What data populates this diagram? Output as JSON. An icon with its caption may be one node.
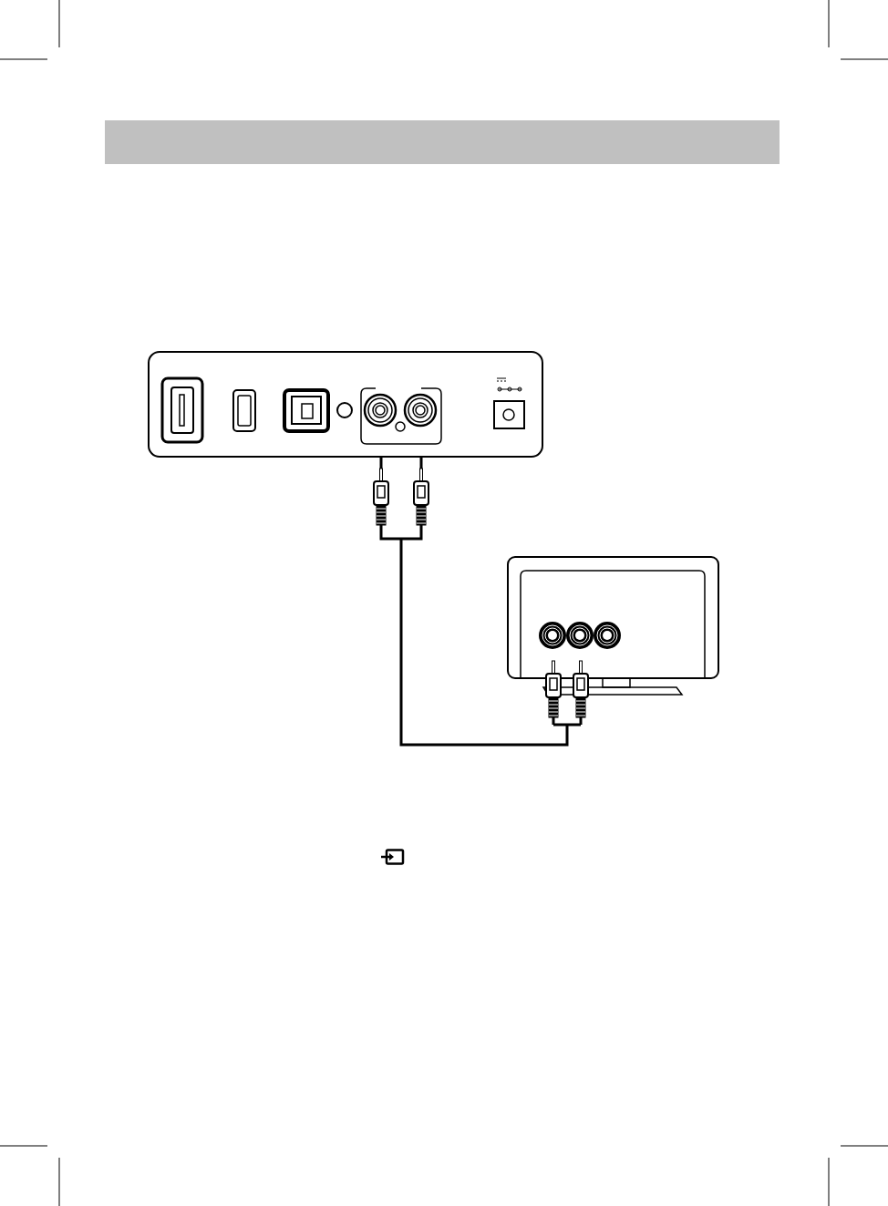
{
  "diagram": {
    "nodes": [
      {
        "text": [],
        "shape": "picture"
      },
      {
        "text": [],
        "shape": "picture"
      }
    ],
    "edges": [
      {
        "from": 0,
        "to": 1,
        "arrow": "other"
      }
    ]
  }
}
